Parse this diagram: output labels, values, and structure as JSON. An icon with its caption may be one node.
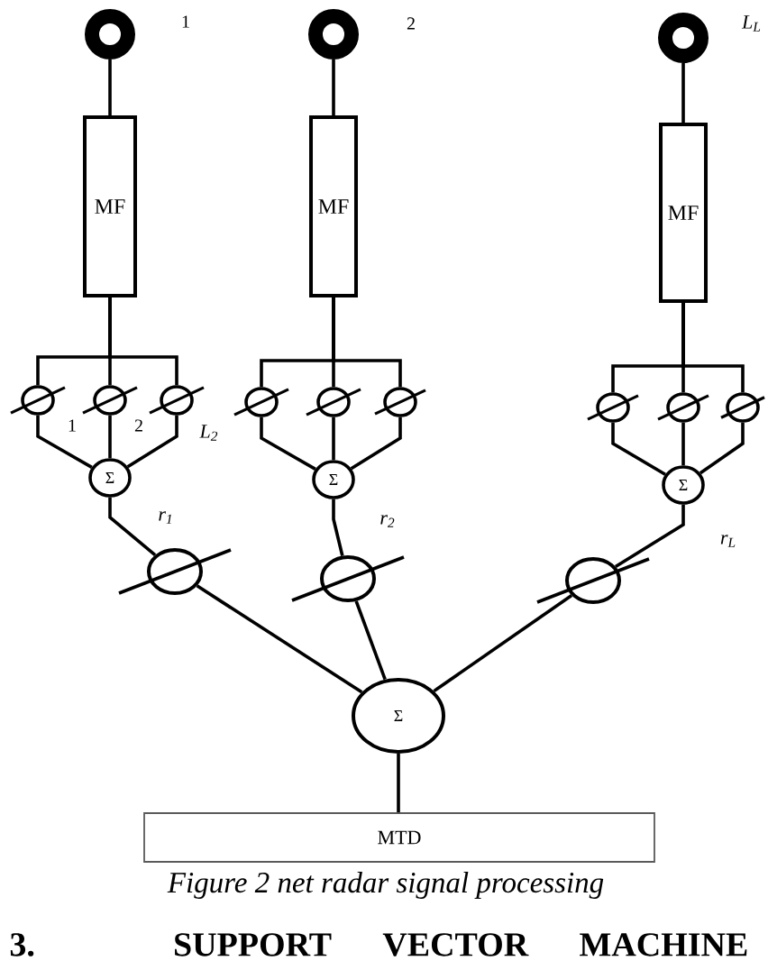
{
  "diagram": {
    "caption": "Figure 2 net radar signal processing",
    "nodes": [
      {
        "text": [],
        "shape": "circle",
        "beside": [
          "1"
        ]
      },
      {
        "text": [
          "MF"
        ]
      },
      {
        "text": [],
        "shape": "circle"
      },
      {
        "text": [],
        "shape": "circle"
      },
      {
        "text": [],
        "shape": "circle"
      },
      {
        "text": [
          "Σ"
        ]
      },
      {
        "text": [],
        "shape": "circle"
      },
      {
        "text": [],
        "shape": "circle",
        "beside": [
          "2"
        ]
      },
      {
        "text": [
          "MF"
        ]
      },
      {
        "text": [],
        "shape": "circle"
      },
      {
        "text": [],
        "shape": "circle"
      },
      {
        "text": [],
        "shape": "circle"
      },
      {
        "text": [
          "Σ"
        ]
      },
      {
        "text": [],
        "shape": "circle"
      },
      {
        "text": [],
        "shape": "circle",
        "beside": [
          "L$_{L}$"
        ]
      },
      {
        "text": [
          "MF"
        ]
      },
      {
        "text": [],
        "shape": "circle"
      },
      {
        "text": [],
        "shape": "circle"
      },
      {
        "text": [],
        "shape": "circle"
      },
      {
        "text": [
          "Σ"
        ]
      },
      {
        "text": [],
        "shape": "circle"
      },
      {
        "text": [
          "Σ"
        ]
      },
      {
        "text": [
          "MTD"
        ]
      }
    ],
    "edges": [
      {
        "from": 0,
        "to": 1,
        "arrow": "none"
      },
      {
        "from": 1,
        "to": 2,
        "arrow": "none"
      },
      {
        "from": 1,
        "to": 3,
        "arrow": "none"
      },
      {
        "from": 1,
        "to": 4,
        "arrow": "none"
      },
      {
        "from": 2,
        "to": 5,
        "arrow": "none"
      },
      {
        "from": 3,
        "to": 5,
        "arrow": "none"
      },
      {
        "from": 4,
        "to": 5,
        "arrow": "none"
      },
      {
        "from": 5,
        "to": 6,
        "arrow": "none"
      },
      {
        "from": 6,
        "to": 21,
        "arrow": "none"
      },
      {
        "from": 7,
        "to": 8,
        "arrow": "none"
      },
      {
        "from": 8,
        "to": 9,
        "arrow": "none"
      },
      {
        "from": 8,
        "to": 10,
        "arrow": "none"
      },
      {
        "from": 8,
        "to": 11,
        "arrow": "none"
      },
      {
        "from": 9,
        "to": 12,
        "arrow": "none"
      },
      {
        "from": 10,
        "to": 12,
        "arrow": "none"
      },
      {
        "from": 11,
        "to": 12,
        "arrow": "none"
      },
      {
        "from": 12,
        "to": 13,
        "arrow": "none"
      },
      {
        "from": 13,
        "to": 21,
        "arrow": "none"
      },
      {
        "from": 14,
        "to": 15,
        "arrow": "none"
      },
      {
        "from": 15,
        "to": 16,
        "arrow": "none"
      },
      {
        "from": 15,
        "to": 17,
        "arrow": "none"
      },
      {
        "from": 15,
        "to": 18,
        "arrow": "none"
      },
      {
        "from": 16,
        "to": 19,
        "arrow": "none"
      },
      {
        "from": 17,
        "to": 19,
        "arrow": "none"
      },
      {
        "from": 18,
        "to": 19,
        "arrow": "none"
      },
      {
        "from": 19,
        "to": 20,
        "arrow": "none"
      },
      {
        "from": 20,
        "to": 21,
        "arrow": "none"
      },
      {
        "from": 21,
        "to": 22,
        "arrow": "none"
      }
    ],
    "labels": [
      "1",
      "2",
      "L$_{2}$",
      "r$_{1}$",
      "r$_{2}$",
      "r$_{L}$",
      "3. SUPPORT VECTOR MACHINE"
    ]
  }
}
